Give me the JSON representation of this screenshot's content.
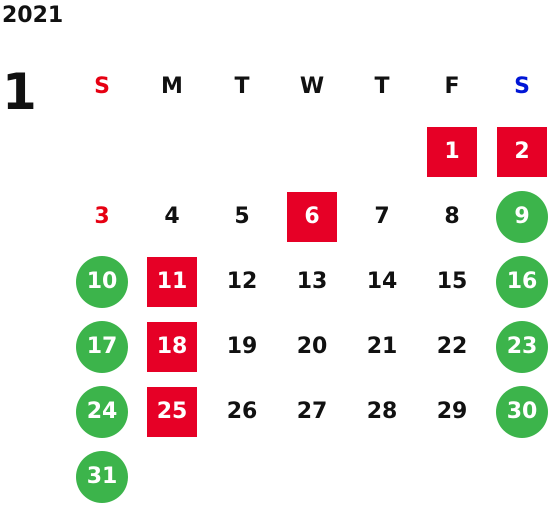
{
  "calendar": {
    "year": "2021",
    "month": "1",
    "weekdays": [
      "S",
      "M",
      "T",
      "W",
      "T",
      "F",
      "S"
    ],
    "days": [
      {
        "label": "1",
        "status": "red"
      },
      {
        "label": "2",
        "status": "red"
      },
      {
        "label": "3",
        "status": "sunday"
      },
      {
        "label": "4",
        "status": "normal"
      },
      {
        "label": "5",
        "status": "normal"
      },
      {
        "label": "6",
        "status": "red"
      },
      {
        "label": "7",
        "status": "normal"
      },
      {
        "label": "8",
        "status": "normal"
      },
      {
        "label": "9",
        "status": "green"
      },
      {
        "label": "10",
        "status": "green"
      },
      {
        "label": "11",
        "status": "red"
      },
      {
        "label": "12",
        "status": "normal"
      },
      {
        "label": "13",
        "status": "normal"
      },
      {
        "label": "14",
        "status": "normal"
      },
      {
        "label": "15",
        "status": "normal"
      },
      {
        "label": "16",
        "status": "green"
      },
      {
        "label": "17",
        "status": "green"
      },
      {
        "label": "18",
        "status": "red"
      },
      {
        "label": "19",
        "status": "normal"
      },
      {
        "label": "20",
        "status": "normal"
      },
      {
        "label": "21",
        "status": "normal"
      },
      {
        "label": "22",
        "status": "normal"
      },
      {
        "label": "23",
        "status": "green"
      },
      {
        "label": "24",
        "status": "green"
      },
      {
        "label": "25",
        "status": "red"
      },
      {
        "label": "26",
        "status": "normal"
      },
      {
        "label": "27",
        "status": "normal"
      },
      {
        "label": "28",
        "status": "normal"
      },
      {
        "label": "29",
        "status": "normal"
      },
      {
        "label": "30",
        "status": "green"
      },
      {
        "label": "31",
        "status": "green"
      }
    ],
    "colors": {
      "red": "#e60026",
      "green": "#3cb44b",
      "sunday_text": "#e60012",
      "saturday_text": "#0016d6"
    }
  }
}
